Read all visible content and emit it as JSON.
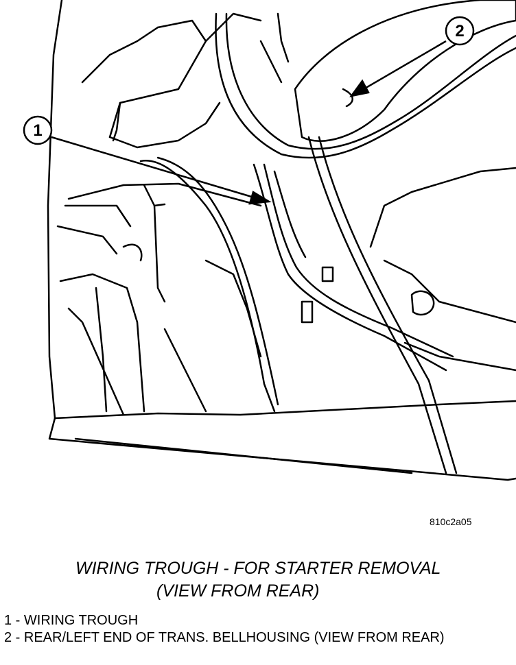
{
  "figure": {
    "id": "810c2a05",
    "title_line1": "WIRING TROUGH - FOR STARTER REMOVAL",
    "title_line2": "(VIEW FROM REAR)"
  },
  "callouts": [
    {
      "number": "1"
    },
    {
      "number": "2"
    }
  ],
  "legend": [
    {
      "text": "1 - WIRING TROUGH"
    },
    {
      "text": "2 - REAR/LEFT END OF TRANS. BELLHOUSING (VIEW FROM REAR)"
    }
  ]
}
